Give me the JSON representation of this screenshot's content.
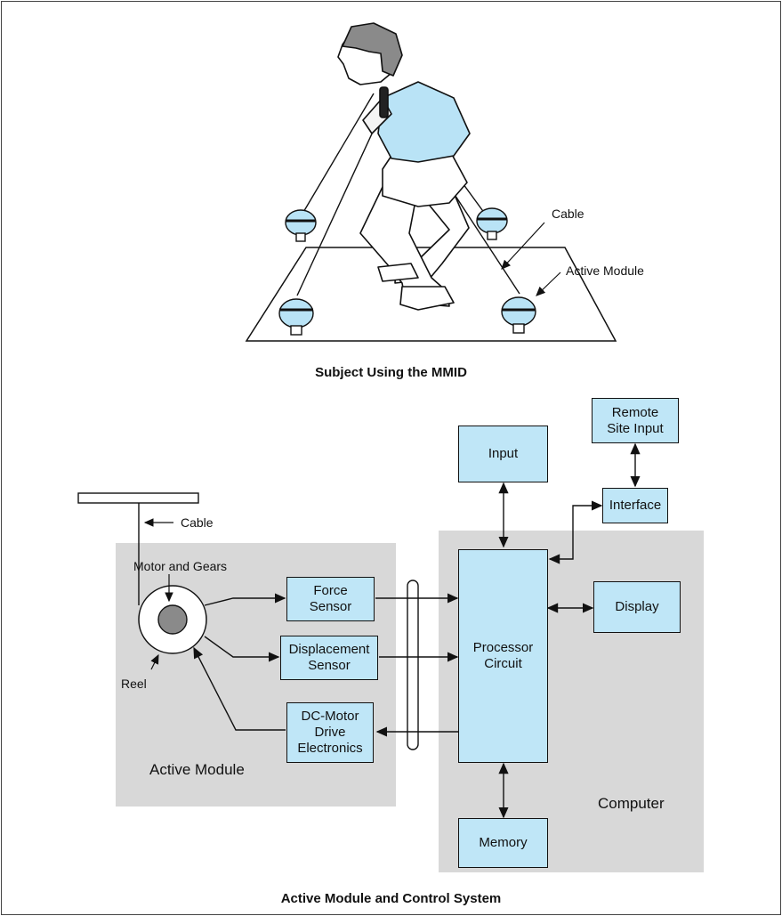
{
  "top_figure": {
    "caption": "Subject Using the MMID",
    "labels": {
      "cable": "Cable",
      "active_module": "Active Module"
    }
  },
  "bottom_figure": {
    "caption": "Active Module and Control System",
    "active_module_panel": {
      "title": "Active Module",
      "cable_label": "Cable",
      "motor_label": "Motor and Gears",
      "reel_label": "Reel",
      "blocks": {
        "force_sensor": "Force\nSensor",
        "displacement_sensor": "Displacement\nSensor",
        "dc_motor": "DC-Motor\nDrive\nElectronics"
      }
    },
    "computer_panel": {
      "title": "Computer",
      "blocks": {
        "processor": "Processor\nCircuit",
        "display": "Display",
        "memory": "Memory"
      }
    },
    "external_blocks": {
      "input": "Input",
      "interface": "Interface",
      "remote_site_input": "Remote\nSite Input"
    }
  },
  "colors": {
    "block_fill": "#bfe6f7",
    "panel_fill": "#d8d8d8",
    "stroke": "#111111",
    "module_fill": "#b9e3f6"
  }
}
